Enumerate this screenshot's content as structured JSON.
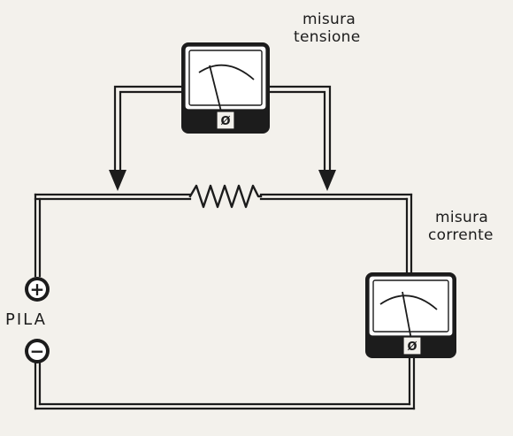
{
  "voltmeter_label": {
    "line1": "misura",
    "line2": "tensione"
  },
  "ammeter_label": {
    "line1": "misura",
    "line2": "corrente"
  },
  "battery": {
    "label": "PILA",
    "positive_symbol": "+",
    "negative_symbol": "−"
  },
  "meters": {
    "zero_mark": "Ø"
  },
  "colors": {
    "ink": "#1c1c1c",
    "paper": "#f3f1ec",
    "meter_face": "#ffffff"
  }
}
